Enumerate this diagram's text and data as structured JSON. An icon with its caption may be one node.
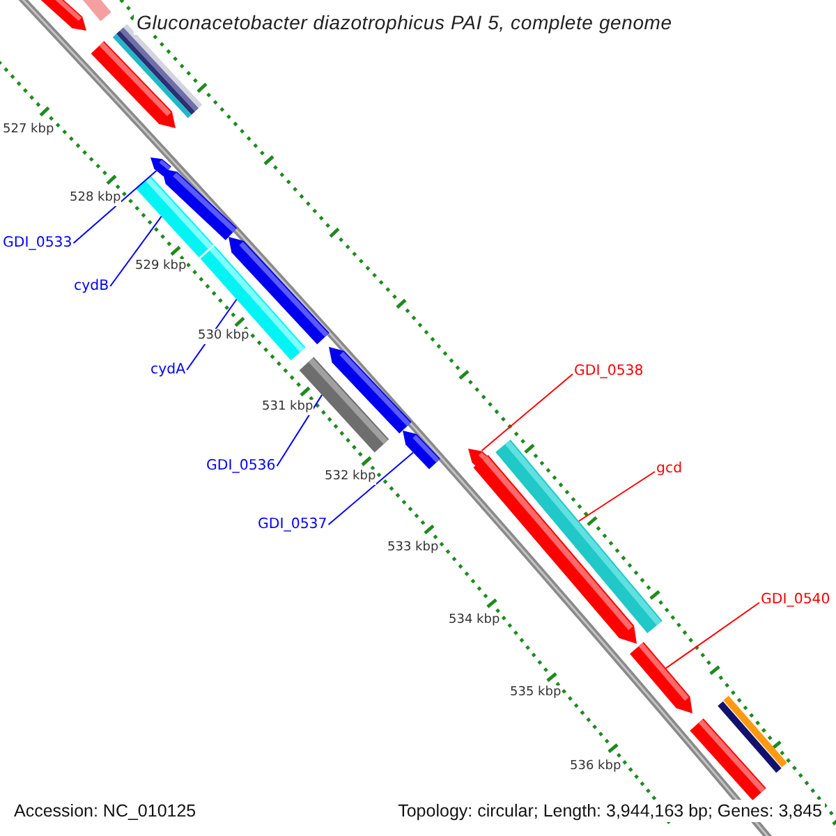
{
  "diagram": {
    "title": "Gluconacetobacter diazotrophicus PAI 5, complete genome",
    "nodes": [
      {
        "text": [
          "GDI_0533"
        ]
      },
      {
        "text": [
          "cydB"
        ]
      },
      {
        "text": [
          "cydA"
        ]
      },
      {
        "text": [
          "GDI_0536"
        ]
      },
      {
        "text": [
          "GDI_0537"
        ]
      },
      {
        "text": [
          "GDI_0538"
        ]
      },
      {
        "text": [
          "gcd"
        ]
      },
      {
        "text": [
          "GDI_0540"
        ]
      },
      {
        "text": [],
        "shape": "arrow"
      },
      {
        "text": [],
        "shape": "bar"
      },
      {
        "text": [],
        "shape": "bar"
      },
      {
        "text": [],
        "shape": "arrow"
      },
      {
        "text": [],
        "shape": "arrow"
      },
      {
        "text": [],
        "shape": "arrow"
      },
      {
        "text": [],
        "shape": "bar"
      },
      {
        "text": [],
        "shape": "arrow"
      },
      {
        "text": [],
        "shape": "bar"
      },
      {
        "text": [],
        "shape": "arrow"
      },
      {
        "text": [],
        "shape": "bar"
      },
      {
        "text": [],
        "shape": "arrow"
      },
      {
        "text": [],
        "shape": "bar"
      },
      {
        "text": [],
        "shape": "arrow"
      },
      {
        "text": [],
        "shape": "arrow"
      },
      {
        "text": [],
        "shape": "arrow"
      },
      {
        "text": [],
        "shape": "bar"
      },
      {
        "text": [],
        "shape": "bar"
      },
      {
        "text": [],
        "shape": "bar"
      }
    ],
    "edges": [
      {
        "from": 0,
        "to": 12,
        "arrow": "none"
      },
      {
        "from": 1,
        "to": 14,
        "arrow": "none"
      },
      {
        "from": 2,
        "to": 16,
        "arrow": "none"
      },
      {
        "from": 3,
        "to": 18,
        "arrow": "none"
      },
      {
        "from": 4,
        "to": 19,
        "arrow": "none"
      },
      {
        "from": 5,
        "to": 21,
        "arrow": "none",
        "color": "#ff0000"
      },
      {
        "from": 6,
        "to": 20,
        "arrow": "none",
        "color": "#ff0000"
      },
      {
        "from": 7,
        "to": 23,
        "arrow": "none",
        "color": "#ff0000"
      }
    ],
    "labels": [
      "527 kbp",
      "528 kbp",
      "529 kbp",
      "530 kbp",
      "531 kbp",
      "532 kbp",
      "533 kbp",
      "534 kbp",
      "535 kbp",
      "536 kbp",
      "Accession: NC_010125",
      "Topology: circular; Length: 3,944,163 bp; Genes: 3,845"
    ]
  }
}
